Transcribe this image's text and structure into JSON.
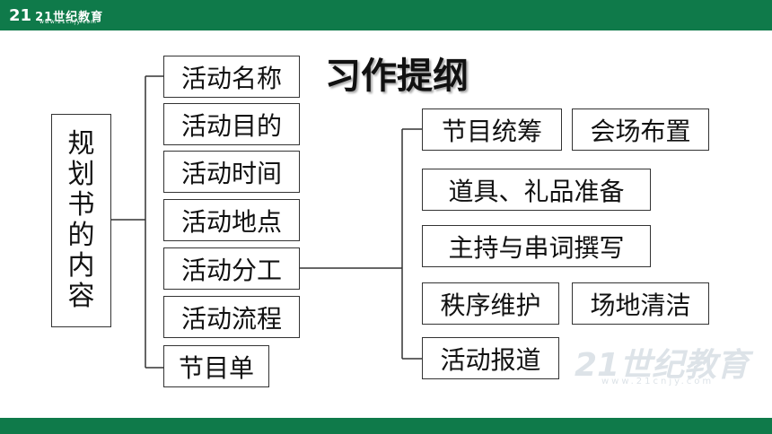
{
  "header": {
    "logo_mark": "21",
    "logo_name": "21世纪教育",
    "logo_url": "www.21cnjy.com"
  },
  "title": "习作提纲",
  "root": {
    "label": "规划书的内容",
    "chars": [
      "规",
      "划",
      "书",
      "的",
      "内",
      "容"
    ]
  },
  "items": [
    "活动名称",
    "活动目的",
    "活动时间",
    "活动地点",
    "活动分工",
    "活动流程",
    "节目单"
  ],
  "tasks": [
    "节目统筹",
    "会场布置",
    "道具、礼品准备",
    "主持与串词撰写",
    "秩序维护",
    "场地清洁",
    "活动报道"
  ],
  "watermark": {
    "text": "21世纪教育",
    "url": "www.21cnjy.com"
  }
}
